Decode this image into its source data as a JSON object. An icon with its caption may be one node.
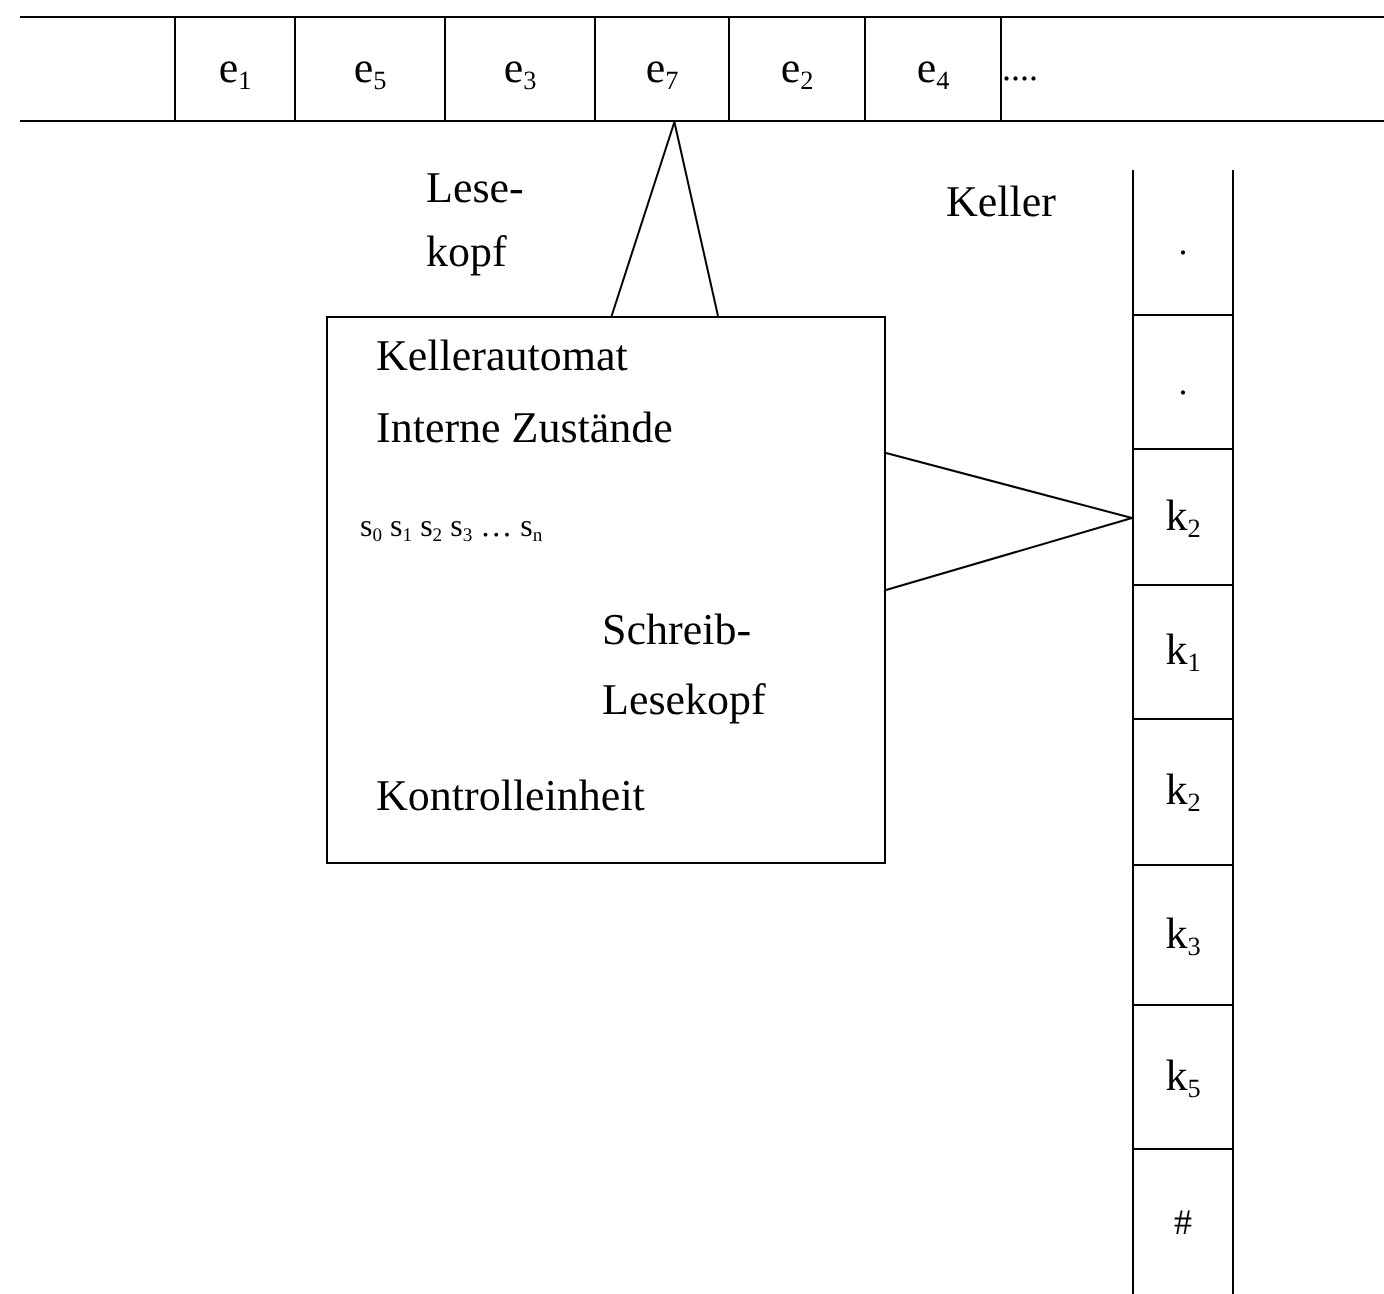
{
  "diagram": {
    "nodes": [
      {
        "text": [],
        "shape": "box"
      },
      {
        "text": [
          "e$_{1}$"
        ]
      },
      {
        "text": [
          "e$_{5}$"
        ]
      },
      {
        "text": [
          "e$_{3}$"
        ]
      },
      {
        "text": [
          "e$_{7}$"
        ]
      },
      {
        "text": [
          "e$_{2}$"
        ]
      },
      {
        "text": [
          "e$_{4}$"
        ]
      },
      {
        "text": [
          "...."
        ]
      },
      {
        "text": [
          "Kellerautomat",
          "Interne Zustände",
          "s$_{0}$ s$_{1}$ s$_{2}$ s$_{3}$ … s$_{n}$",
          "Schreib- Lesekopf",
          "Kontrolleinheit"
        ]
      },
      {
        "text": [
          "."
        ]
      },
      {
        "text": [
          "."
        ]
      },
      {
        "text": [
          "k$_{2}$"
        ]
      },
      {
        "text": [
          "k$_{1}$"
        ]
      },
      {
        "text": [
          "k$_{2}$"
        ]
      },
      {
        "text": [
          "k$_{3}$"
        ]
      },
      {
        "text": [
          "k$_{5}$"
        ]
      },
      {
        "text": [
          "#"
        ]
      }
    ],
    "edges": [
      {
        "from": 8,
        "to": 4,
        "arrow": "none"
      },
      {
        "from": 8,
        "to": 4,
        "arrow": "none"
      },
      {
        "from": 8,
        "to": 11,
        "arrow": "none"
      },
      {
        "from": 8,
        "to": 11,
        "arrow": "none"
      }
    ],
    "labels": [
      "Lese- kopf",
      "Keller"
    ]
  }
}
